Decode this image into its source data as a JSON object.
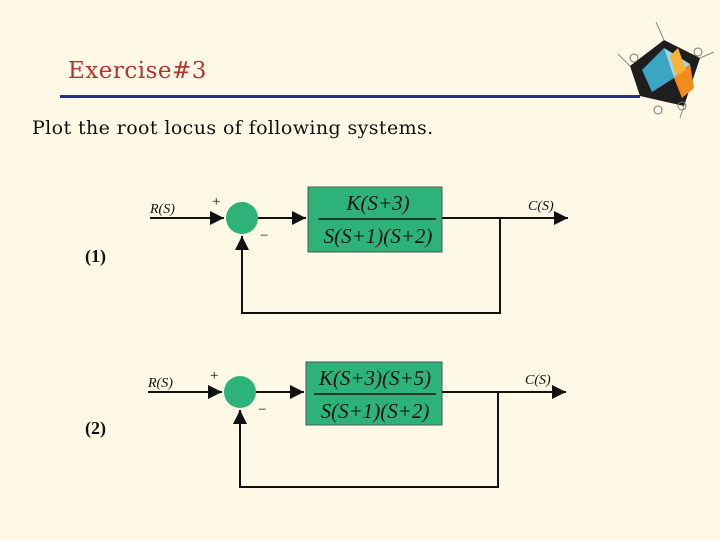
{
  "slide": {
    "title": "Exercise#3",
    "subtitle": "Plot the root locus of following systems."
  },
  "systems": [
    {
      "label": "(1)",
      "input": "R(S)",
      "output": "C(S)",
      "plus": "+",
      "minus": "−",
      "numerator": "K(S+3)",
      "denominator": "S(S+1)(S+2)"
    },
    {
      "label": "(2)",
      "input": "R(S)",
      "output": "C(S)",
      "plus": "+",
      "minus": "−",
      "numerator": "K(S+3)(S+5)",
      "denominator": "S(S+1)(S+2)"
    }
  ],
  "colors": {
    "title": "#b5342f",
    "rule": "#2b2b9a",
    "block_fill": "#2db37a",
    "summing_junction": "#2db37a",
    "background": "#fdf9e6"
  },
  "icons": {
    "logo": "matlab-logo-icon"
  }
}
